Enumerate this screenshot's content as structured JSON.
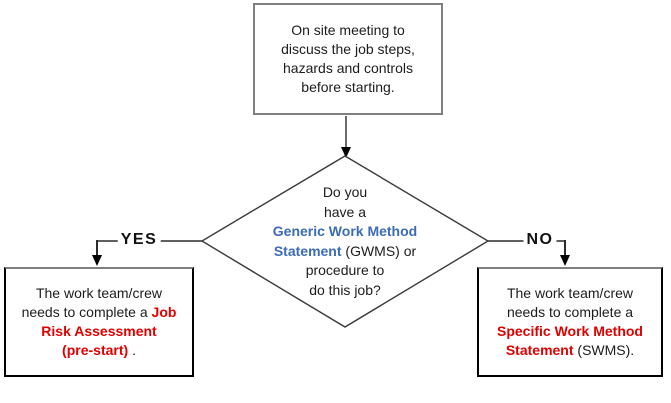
{
  "colors": {
    "emphasis_blue": "#3b6cb4",
    "emphasis_red": "#e00000",
    "box_border_gray": "#7f7f7f",
    "box_border_black": "#000000",
    "connector_black": "#2b2b2b"
  },
  "start_box": {
    "lines": [
      "On site meeting to",
      "discuss the job steps,",
      "hazards and controls",
      "before starting."
    ]
  },
  "decision": {
    "l1": "Do you",
    "l2": "have a",
    "l3_em": "Generic Work Method",
    "l4_em": "Statement",
    "l4_rest": "(GWMS) or",
    "l5": "procedure to",
    "l6": "do this job?"
  },
  "branch_labels": {
    "yes": "YES",
    "no": "NO"
  },
  "yes_box": {
    "l1": "The work team/crew",
    "l2": "needs to complete a",
    "l2_em": "Job",
    "l3_em": "Risk Assessment",
    "l4_em": "(pre-start)",
    "l4_rest": "."
  },
  "no_box": {
    "l1": "The work team/crew",
    "l2": "needs to complete a",
    "l3_em": "Specific Work Method",
    "l4_em": "Statement",
    "l4_rest": "(SWMS)."
  }
}
